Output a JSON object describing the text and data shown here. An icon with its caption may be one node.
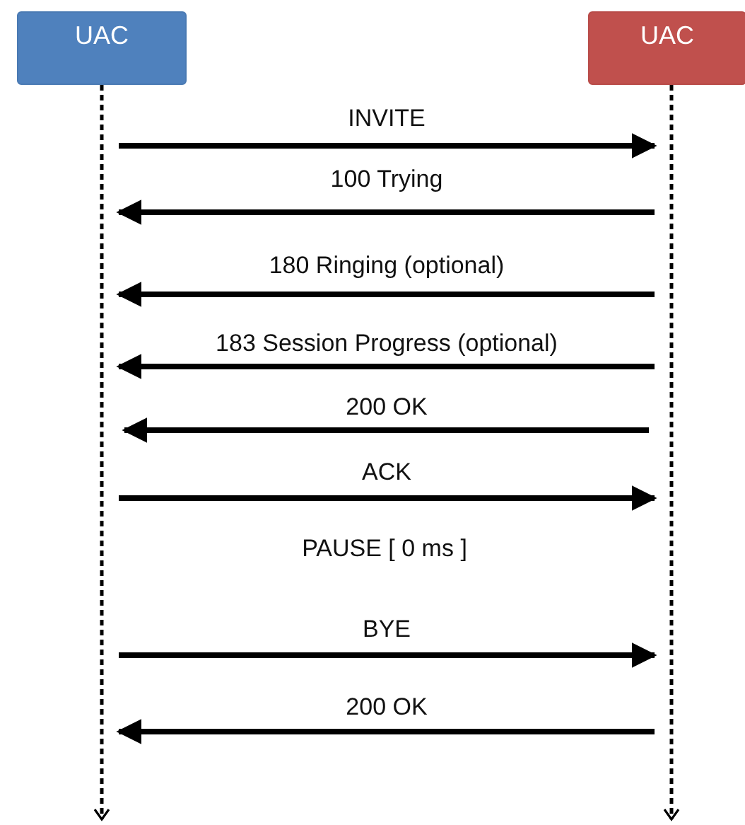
{
  "diagram": {
    "nodes": [
      {
        "text": [
          "UAC"
        ]
      },
      {
        "text": [
          "UAC"
        ]
      },
      {
        "text": [],
        "shape": "line"
      },
      {
        "text": [],
        "shape": "line"
      }
    ],
    "edges": [
      {
        "from": 2,
        "to": 3,
        "arrow": "to",
        "label": "INVITE"
      },
      {
        "from": 3,
        "to": 2,
        "arrow": "to",
        "label": "100 Trying"
      },
      {
        "from": 3,
        "to": 2,
        "arrow": "to",
        "label": "180 Ringing (optional)"
      },
      {
        "from": 3,
        "to": 2,
        "arrow": "to",
        "label": "183 Session Progress (optional)"
      },
      {
        "from": 3,
        "to": 2,
        "arrow": "to",
        "label": "200 OK"
      },
      {
        "from": 2,
        "to": 3,
        "arrow": "to",
        "label": "ACK"
      },
      {
        "from": 2,
        "to": 3,
        "arrow": "to",
        "label": "BYE"
      },
      {
        "from": 3,
        "to": 2,
        "arrow": "to",
        "label": "200 OK"
      }
    ],
    "labels": [
      "PAUSE [ 0 ms ]"
    ]
  }
}
